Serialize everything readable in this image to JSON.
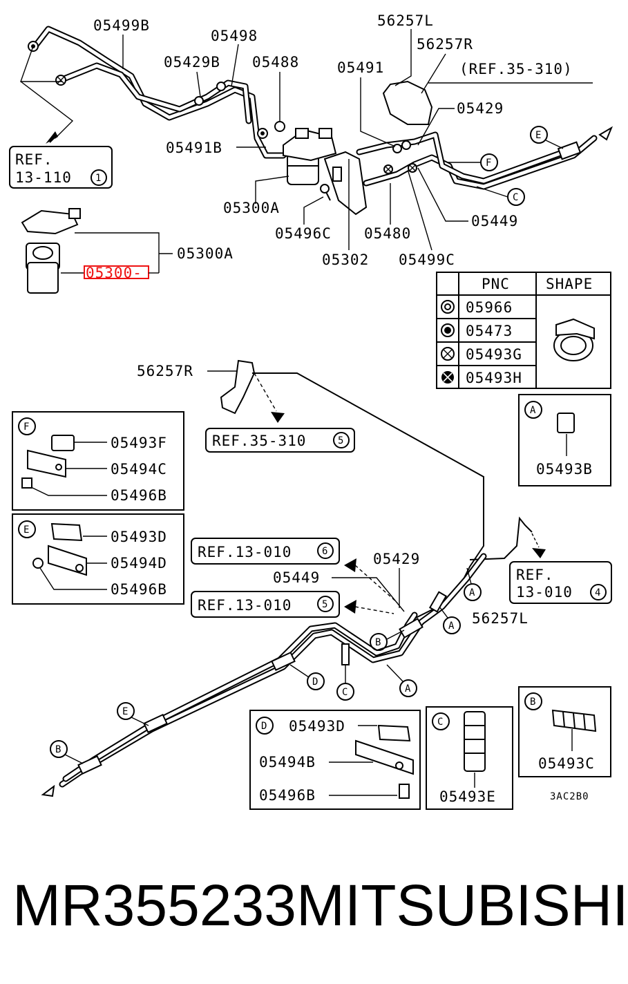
{
  "labels": {
    "p05499B": "05499B",
    "p05498": "05498",
    "p05429B": "05429B",
    "p05488": "05488",
    "p56257L_top": "56257L",
    "p56257R_top": "56257R",
    "p05491": "05491",
    "ref_35_310_top": "(REF.35-310)",
    "p05429_top": "05429",
    "p05491B": "05491B",
    "p05300A_top": "05300A",
    "p05496C": "05496C",
    "p05480": "05480",
    "p05449_top": "05449",
    "p05302": "05302",
    "p05499C": "05499C",
    "p05300A_side": "05300A",
    "p05300_hl": "05300-",
    "p56257R_mid": "56257R",
    "p05429_mid": "05429",
    "p05449_mid": "05449",
    "p56257L_mid": "56257L",
    "diagram_code": "3AC2B0"
  },
  "refs": {
    "ref_13_110": {
      "line1": "REF.",
      "line2": "13-110",
      "num": "1"
    },
    "ref_35_310_5": {
      "text": "REF.35-310",
      "num": "5"
    },
    "ref_13_010_6": {
      "text": "REF.13-010",
      "num": "6"
    },
    "ref_13_010_5": {
      "text": "REF.13-010",
      "num": "5"
    },
    "ref_13_010_4": {
      "line1": "REF.",
      "line2": "13-010",
      "num": "4"
    }
  },
  "callouts": {
    "A": "A",
    "B": "B",
    "C": "C",
    "D": "D",
    "E": "E",
    "F": "F"
  },
  "pnc_table": {
    "header_pnc": "PNC",
    "header_shape": "SHAPE",
    "rows": [
      {
        "symbol": "double-circle",
        "pnc": "05966"
      },
      {
        "symbol": "filled-dot-circle",
        "pnc": "05473"
      },
      {
        "symbol": "crossed-circle",
        "pnc": "05493G"
      },
      {
        "symbol": "filled-crossed-circle",
        "pnc": "05493H"
      }
    ]
  },
  "detail_boxes": {
    "A": {
      "key": "A",
      "parts": [
        "05493B"
      ]
    },
    "F": {
      "key": "F",
      "parts": [
        "05493F",
        "05494C",
        "05496B"
      ]
    },
    "E": {
      "key": "E",
      "parts": [
        "05493D",
        "05494D",
        "05496B"
      ]
    },
    "D": {
      "key": "D",
      "parts": [
        "05493D",
        "05494B",
        "05496B"
      ]
    },
    "C": {
      "key": "C",
      "parts": [
        "05493E"
      ]
    },
    "B": {
      "key": "B",
      "parts": [
        "05493C"
      ]
    }
  },
  "footer": {
    "part_number": "MR355233",
    "brand": "MITSUBISHI"
  },
  "colors": {
    "highlight": "#e11111",
    "ink": "#000000"
  }
}
